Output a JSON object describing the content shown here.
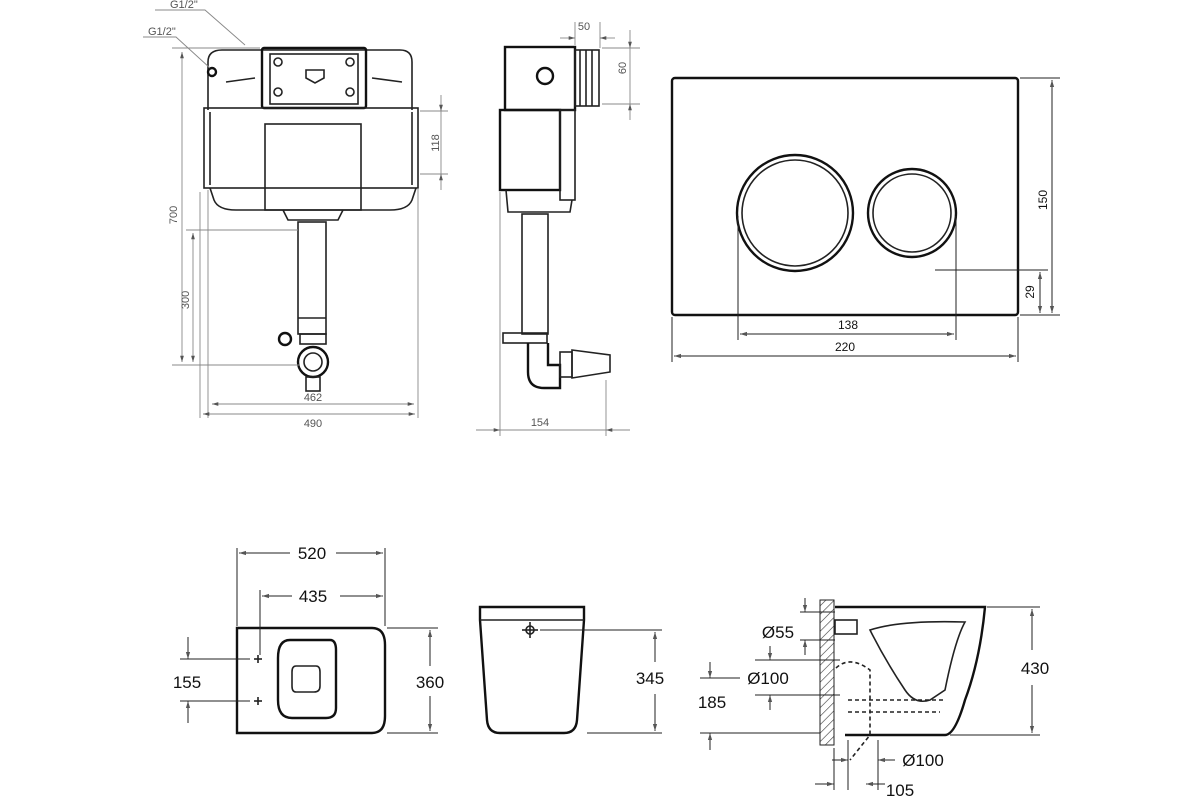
{
  "cistern_front": {
    "inlet_label_top": "G1/2\"",
    "inlet_label_side": "G1/2\"",
    "height_total": "700",
    "height_outlet": "300",
    "bracket_spacing": "118",
    "width_inner": "462",
    "width_outer": "490"
  },
  "cistern_side": {
    "thread_depth": "50",
    "thread_height": "60",
    "depth": "154"
  },
  "flush_plate": {
    "height": "150",
    "button_offset": "29",
    "buttons_span": "138",
    "width": "220"
  },
  "toilet_top": {
    "length": "520",
    "hole_to_front": "435",
    "hole_spacing": "155",
    "width": "360"
  },
  "toilet_front": {
    "height": "345"
  },
  "toilet_side": {
    "inlet_diameter": "Ø55",
    "outlet_diameter": "Ø100",
    "outlet_height": "185",
    "total_height": "430",
    "floor_outlet_diameter": "Ø100",
    "floor_outlet_offset": "105"
  }
}
